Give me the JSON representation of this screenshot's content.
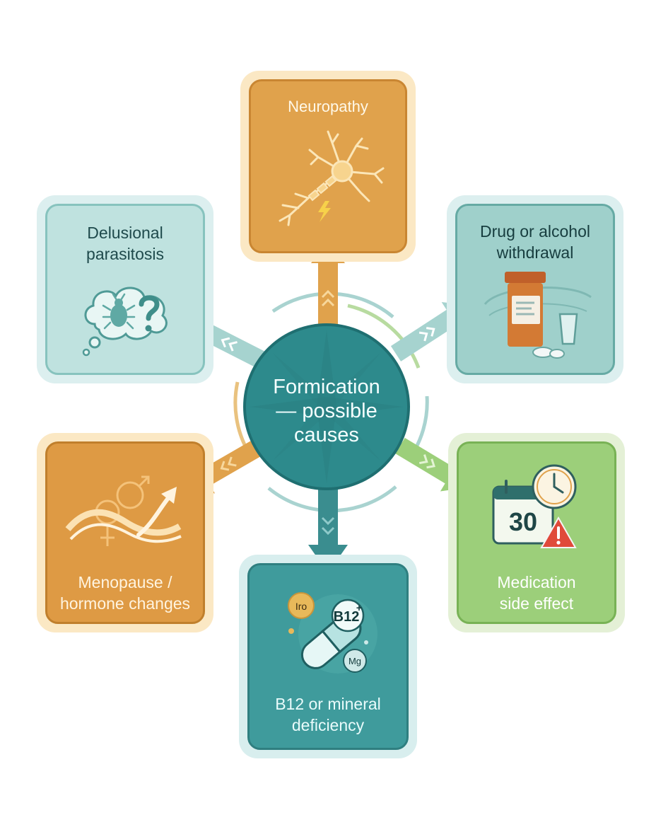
{
  "hub": {
    "title": [
      "Formication",
      "— possible",
      "causes"
    ]
  },
  "causes": {
    "neuropathy": {
      "label": [
        "Neuropathy"
      ]
    },
    "delusional": {
      "label": [
        "Delusional",
        "parasitosis"
      ]
    },
    "withdrawal": {
      "label": [
        "Drug or alcohol",
        "withdrawal"
      ]
    },
    "menopause": {
      "label": [
        "Menopause /",
        "hormone changes"
      ]
    },
    "medication": {
      "label": [
        "Medication",
        "side effect"
      ],
      "calendar_number": "30"
    },
    "deficiency": {
      "label": [
        "B12 or mineral",
        "deficiency"
      ],
      "pill_text": "B12",
      "pill_superscript": "+",
      "mineral_1": "Iro",
      "mineral_2": "Mg"
    }
  },
  "colors": {
    "teal": "#3a9395",
    "orange": "#e0a24c",
    "green": "#9ccf7a",
    "light_teal": "#bfe2df"
  }
}
